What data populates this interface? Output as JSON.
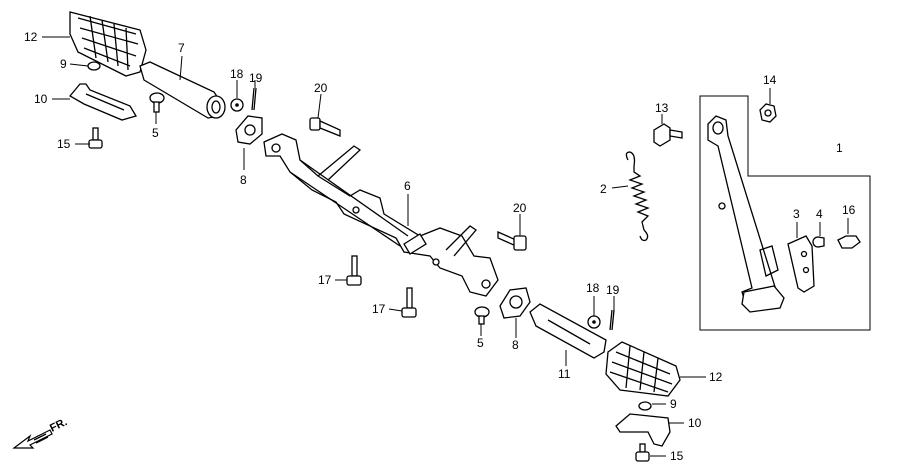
{
  "callouts": {
    "c1": "1",
    "c2": "2",
    "c3": "3",
    "c4": "4",
    "c5a": "5",
    "c5b": "5",
    "c6": "6",
    "c7": "7",
    "c8a": "8",
    "c8b": "8",
    "c9a": "9",
    "c9b": "9",
    "c10a": "10",
    "c10b": "10",
    "c11": "11",
    "c12a": "12",
    "c12b": "12",
    "c13": "13",
    "c14": "14",
    "c15a": "15",
    "c15b": "15",
    "c16": "16",
    "c17a": "17",
    "c17b": "17",
    "c18a": "18",
    "c18b": "18",
    "c19a": "19",
    "c19b": "19",
    "c20a": "20",
    "c20b": "20"
  },
  "front_marker": "FR."
}
